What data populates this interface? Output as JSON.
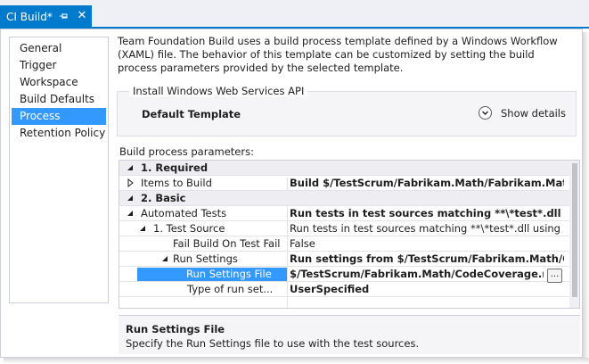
{
  "tab": {
    "title": "CI Build*",
    "pin_icon": "pin-icon",
    "close_icon": "close-icon",
    "accent_color": "#007acc"
  },
  "nav": {
    "items": [
      {
        "label": "General"
      },
      {
        "label": "Trigger"
      },
      {
        "label": "Workspace"
      },
      {
        "label": "Build Defaults"
      },
      {
        "label": "Process",
        "selected": true
      },
      {
        "label": "Retention Policy"
      }
    ]
  },
  "description": "Team Foundation Build uses a build process template defined by a Windows Workflow (XAML) file. The behavior of this template can be customized by setting the build process parameters provided by the selected template.",
  "template": {
    "group_label": "Install Windows Web Services API",
    "name": "Default Template",
    "show_details_label": "Show details",
    "chevron_icon": "chevron-down-icon"
  },
  "params": {
    "label": "Build process parameters:",
    "rows": [
      {
        "name": "1. Required",
        "value": "",
        "category": true,
        "expander": "expanded"
      },
      {
        "name": "Items to Build",
        "value": "Build $/TestScrum/Fabrikam.Math/Fabrikam.Math.sln...",
        "value_bold": true,
        "expander": "collapsed"
      },
      {
        "name": "2. Basic",
        "value": "",
        "category": true,
        "expander": "expanded"
      },
      {
        "name": "Automated Tests",
        "value": "Run tests in test sources matching **\\*test*.dll using...",
        "value_bold": true,
        "expander": "expanded"
      },
      {
        "name": "1. Test Source",
        "value": "Run tests in test sources matching **\\*test*.dll using set...",
        "value_bold": false,
        "expander": "expanded"
      },
      {
        "name": "Fail Build On Test Fail",
        "value": "False",
        "value_bold": false,
        "expander": "none"
      },
      {
        "name": "Run Settings",
        "value": "Run settings from $/TestScrum/Fabrikam.Math/Code...",
        "value_bold": true,
        "expander": "expanded"
      },
      {
        "name": "Run Settings File",
        "value": "$/TestScrum/Fabrikam.Math/CodeCoverage.run...",
        "value_bold": true,
        "expander": "none",
        "selected": true,
        "has_button": true
      },
      {
        "name": "Type of run set...",
        "value": "UserSpecified",
        "value_bold": true,
        "expander": "none"
      }
    ],
    "ellipsis_label": "..."
  },
  "help": {
    "title": "Run Settings File",
    "text": "Specify the Run Settings file to use with the test sources."
  }
}
